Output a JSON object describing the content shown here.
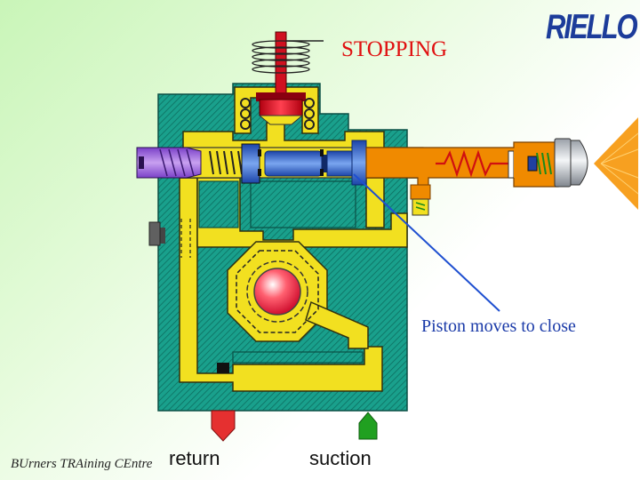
{
  "title": "STOPPING",
  "logo_text": "RIELLO",
  "annotation": "Piston moves to close",
  "labels": {
    "return": "return",
    "suction": "suction"
  },
  "footer": "BUrners TRAining CEntre",
  "colors": {
    "body": "#1a9e8c",
    "channel": "#f2e020",
    "valve_oil": "#f08a00",
    "piston": "#2a5cc8",
    "return_arrow": "#e53030",
    "suction_arrow": "#20a020",
    "pointer_line": "#1e4fd0"
  }
}
